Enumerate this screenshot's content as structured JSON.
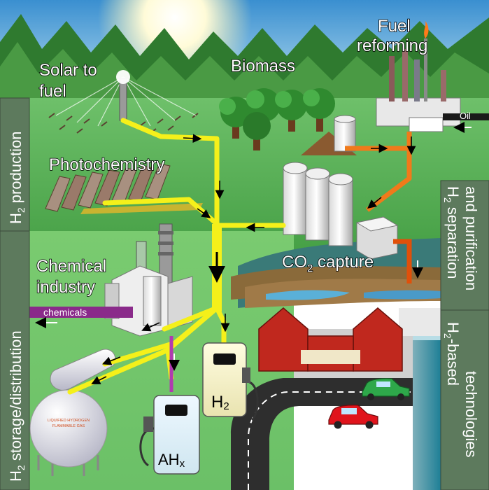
{
  "labels": {
    "solar_line1": "Solar to",
    "solar_line2": "fuel",
    "biomass": "Biomass",
    "fuel_line1": "Fuel",
    "fuel_line2": "reforming",
    "oil": "Oil",
    "photochemistry": "Photochemistry",
    "chem_line1": "Chemical",
    "chem_line2": "industry",
    "chemicals": "chemicals",
    "co2_prefix": "CO",
    "co2_sub": "2",
    "co2_suffix": " capture",
    "h2_main": "H",
    "h2_sub": "2",
    "ahx_main": "AH",
    "ahx_sub": "x",
    "lh2_line1": "LIQUIFIED HYDROGEN",
    "lh2_line2": "FLAMMABLE GAS"
  },
  "side_labels": {
    "production_h": "H",
    "production_sub": "2",
    "production_rest": " production",
    "storage_h": "H",
    "storage_sub": "2",
    "storage_rest": " storage/distribution",
    "separation_line1_h": "H",
    "separation_line1_sub": "2",
    "separation_line1_rest": " separation",
    "separation_line2": "and purification",
    "tech_line1_h": "H",
    "tech_line1_sub": "2",
    "tech_line1_rest": "-based",
    "tech_line2": "technologies"
  },
  "colors": {
    "hydrogen_flow": "#f5f01a",
    "carbon_flow": "#f07a1a",
    "chemicals_flow": "#9b3a9b",
    "sidebar": "#5a7a5a",
    "sky": "#5aa8d8",
    "grass": "#4aa84a"
  },
  "icons": {
    "sun": "sun-icon",
    "solar_tower": "solar-tower-icon",
    "trees": "tree-icon",
    "refinery": "refinery-icon",
    "silos": "silo-icon",
    "photo_panels": "solar-panel-icon",
    "factory": "factory-icon",
    "storage_tank": "tank-icon",
    "sphere_tank": "sphere-tank-icon",
    "h2_pump": "fuel-pump-icon",
    "ahx_pump": "fuel-pump-icon",
    "building": "building-icon",
    "cars": "car-icon"
  }
}
